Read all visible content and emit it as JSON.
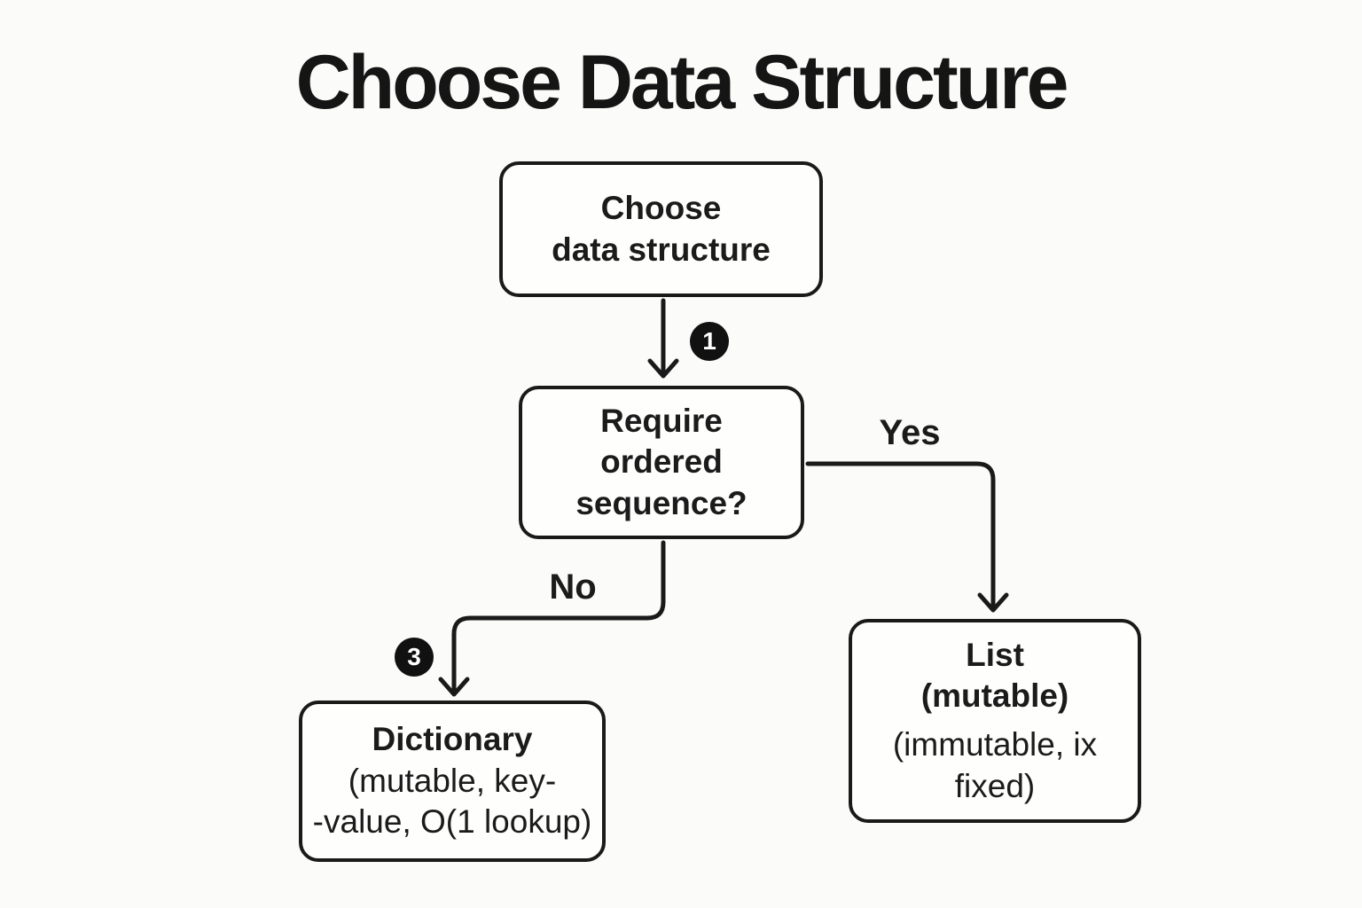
{
  "title": "Choose Data Structure",
  "colors": {
    "background": "#fbfbf9",
    "line": "#1a1a1a",
    "box_fill": "#fefefd",
    "text": "#1b1b1b",
    "badge_background": "#111111",
    "badge_text": "#ffffff"
  },
  "flowchart": {
    "nodes": {
      "choose": {
        "line1": "Choose",
        "line2": "data structure"
      },
      "require": {
        "line1": "Require",
        "line2": "ordered",
        "line3": "sequence?"
      },
      "list": {
        "line1": "List",
        "line2": "(mutable)",
        "line3": "(immutable, ix",
        "line4": "fixed)"
      },
      "dictionary": {
        "line1": "Dictionary",
        "line2": "(mutable, key-",
        "line3": "-value, O(1 lookup)"
      }
    },
    "edges": {
      "yes_label": "Yes",
      "no_label": "No",
      "badge_step1": "1",
      "badge_step3": "3"
    }
  }
}
